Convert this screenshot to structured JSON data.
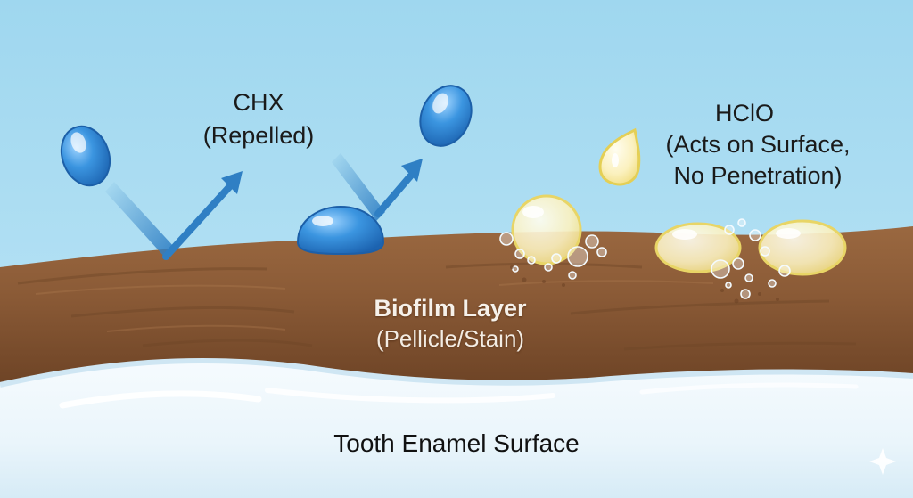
{
  "labels": {
    "chx_title": "CHX",
    "chx_subtitle": "(Repelled)",
    "hclo_title": "HClO",
    "hclo_subtitle_line1": "(Acts on Surface,",
    "hclo_subtitle_line2": "No Penetration)",
    "biofilm_title": "Biofilm Layer",
    "biofilm_subtitle": "(Pellicle/Stain)",
    "enamel_label": "Tooth Enamel Surface"
  },
  "colors": {
    "sky": "#a9dcf2",
    "biofilm_brown": "#8a5a36",
    "enamel_white": "#eef7fc",
    "chx_drop_blue": "#2f86d6",
    "arrow_blue": "#2f7fc4",
    "hclo_yellow": "#f5e79a"
  },
  "icons": {
    "chx_droplets": "blue-water-droplet",
    "hclo_droplets": "yellow-translucent-droplet",
    "bubbles": "small-bubble"
  }
}
